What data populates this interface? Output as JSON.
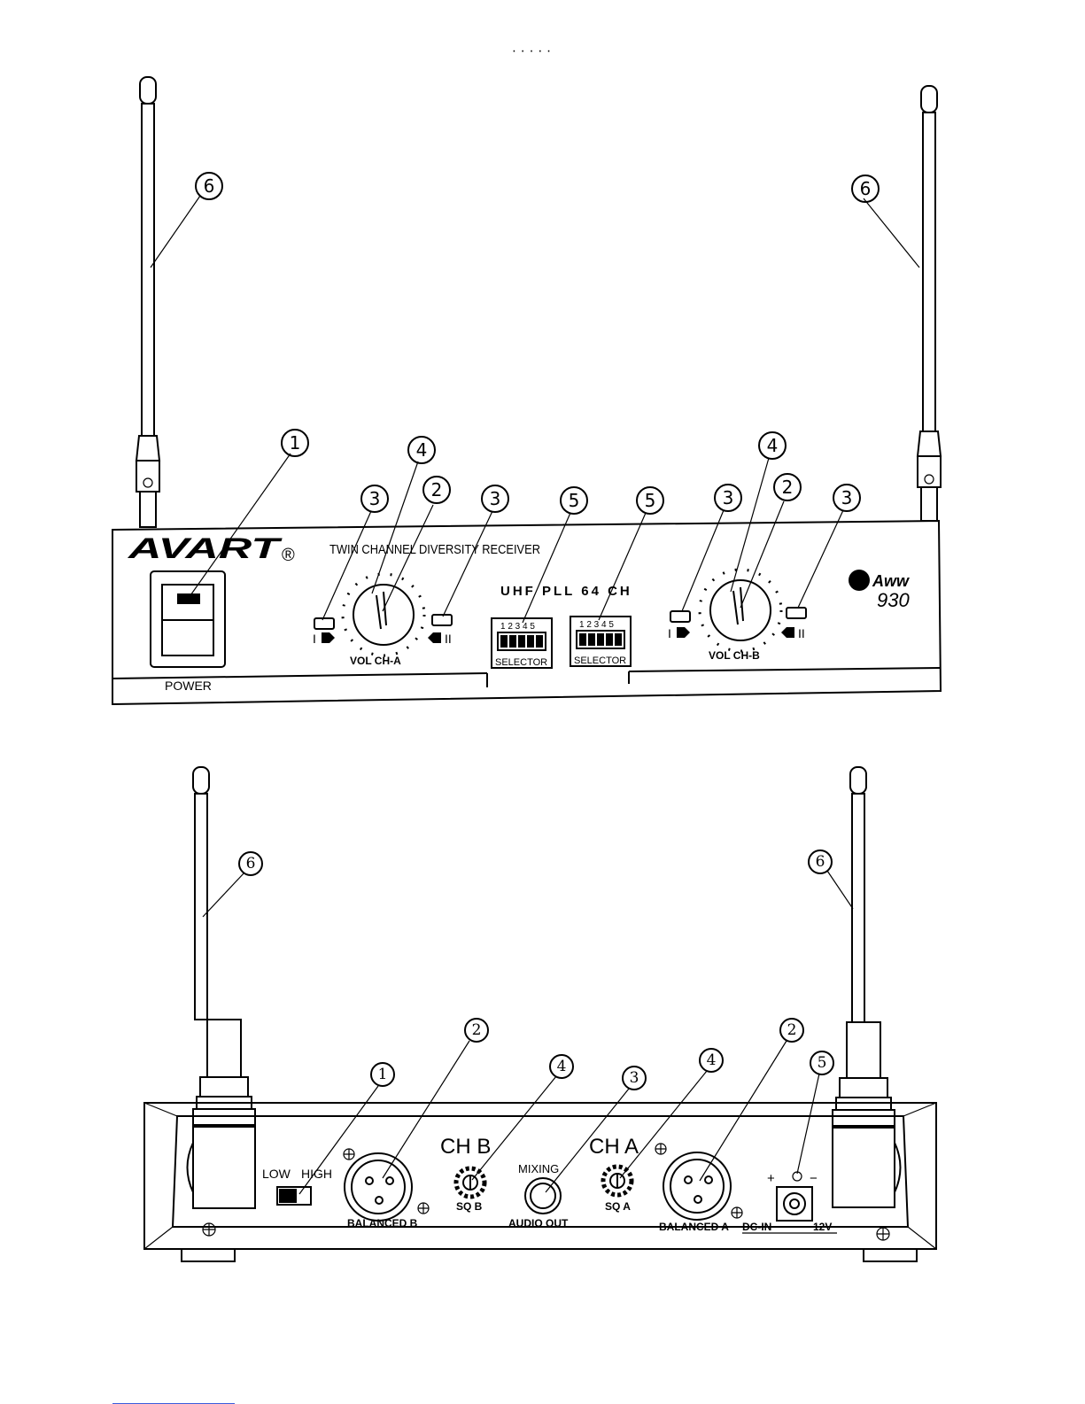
{
  "front_panel": {
    "top_mark": "· · · · ·",
    "brand": "AVART",
    "registered": "®",
    "subtitle": "TWIN CHANNEL DIVERSITY RECEIVER",
    "band": "UHF PLL 64 CH",
    "model_logo": "Aww",
    "model_number": "930",
    "power_label": "POWER",
    "vol_a_label": "VOL CH-A",
    "vol_b_label": "VOL CH-B",
    "led_1_label": "I",
    "led_2_label": "II",
    "selector_label": "SELECTOR",
    "selector_numbers": "1 2 3 4 5",
    "callouts": [
      "6",
      "1",
      "4",
      "2",
      "3",
      "5"
    ]
  },
  "rear_panel": {
    "low_label": "LOW",
    "high_label": "HIGH",
    "ch_b": "CH B",
    "ch_a": "CH A",
    "mixing_label": "MIXING",
    "audio_out_label": "AUDIO OUT",
    "sq_b_label": "SQ B",
    "sq_a_label": "SQ A",
    "balanced_b_label": "BALANCED B",
    "balanced_a_label": "BALANCED A",
    "dc_in_label": "DC-IN",
    "voltage_label": "12V",
    "polarity_plus": "+",
    "polarity_minus": "−",
    "callouts": [
      "6",
      "1",
      "2",
      "3",
      "4",
      "5"
    ]
  }
}
